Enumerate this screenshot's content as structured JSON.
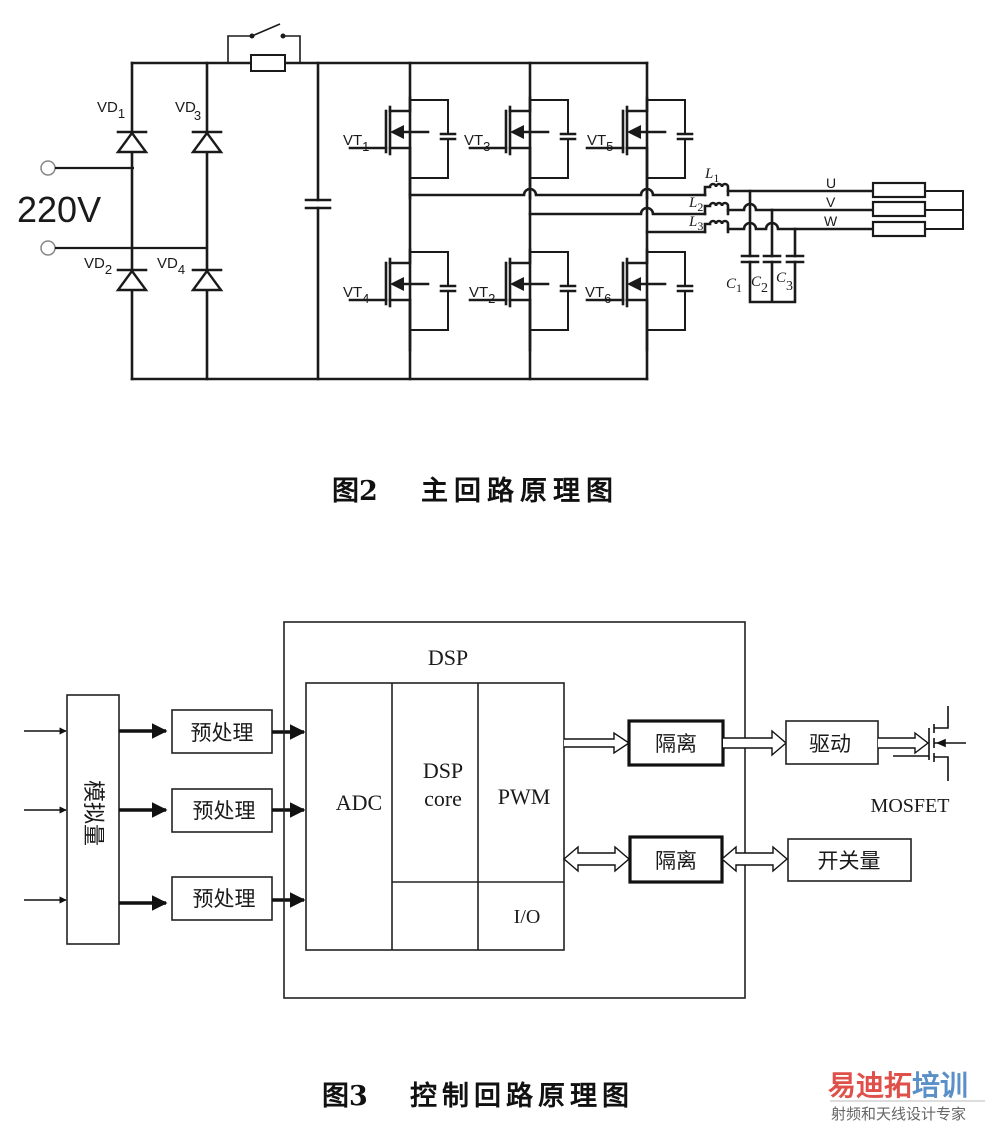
{
  "figure2": {
    "caption_number": "图2",
    "caption_title": "主回路原理图",
    "supply_label": "220V",
    "diodes": [
      {
        "id": "VD",
        "sub": "1"
      },
      {
        "id": "VD",
        "sub": "3"
      },
      {
        "id": "VD",
        "sub": "2"
      },
      {
        "id": "VD",
        "sub": "4"
      }
    ],
    "transistors": [
      {
        "id": "VT",
        "sub": "1"
      },
      {
        "id": "VT",
        "sub": "3"
      },
      {
        "id": "VT",
        "sub": "5"
      },
      {
        "id": "VT",
        "sub": "4"
      },
      {
        "id": "VT",
        "sub": "2"
      },
      {
        "id": "VT",
        "sub": "6"
      }
    ],
    "inductors": [
      {
        "id": "L",
        "sub": "1"
      },
      {
        "id": "L",
        "sub": "2"
      },
      {
        "id": "L",
        "sub": "3"
      }
    ],
    "capacitors": [
      {
        "id": "C",
        "sub": "1"
      },
      {
        "id": "C",
        "sub": "2"
      },
      {
        "id": "C",
        "sub": "3"
      }
    ],
    "phases": [
      "U",
      "V",
      "W"
    ]
  },
  "figure3": {
    "caption_number": "图3",
    "caption_title": "控制回路原理图",
    "analog_block": "模拟量",
    "preprocess_blocks": [
      "预处理",
      "预处理",
      "预处理"
    ],
    "dsp_label": "DSP",
    "dsp_units": {
      "adc": "ADC",
      "core_line1": "DSP",
      "core_line2": "core",
      "pwm": "PWM",
      "io": "I/O"
    },
    "isolation_blocks": [
      "隔离",
      "隔离"
    ],
    "driver_block": "驱动",
    "switch_block": "开关量",
    "mosfet_label": "MOSFET"
  },
  "watermark": {
    "brand_part1": "易迪拓",
    "brand_part2": "培训",
    "tagline": "射频和天线设计专家",
    "color_red": "#e0504a",
    "color_blue": "#5a8fc8"
  }
}
